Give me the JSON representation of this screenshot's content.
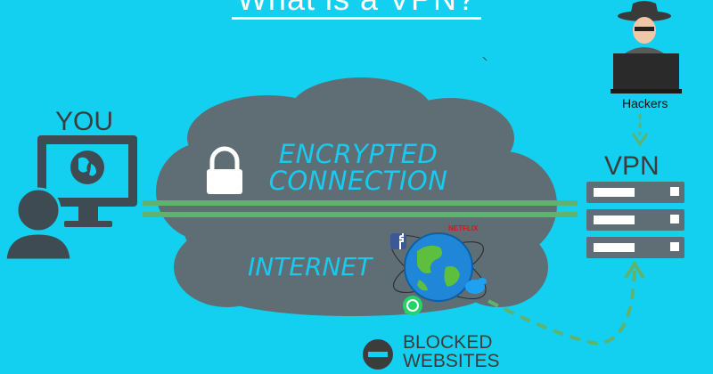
{
  "title": "What is a VPN?",
  "labels": {
    "you": "YOU",
    "vpn": "VPN",
    "hackers": "Hackers",
    "encrypted_line1": "ENCRYPTED",
    "encrypted_line2": "CONNECTION",
    "internet": "INTERNET",
    "blocked_line1": "BLOCKED",
    "blocked_line2": "WEBSITES",
    "netflix": "NETFLIX"
  },
  "icons": [
    "monitor-icon",
    "user-icon",
    "globe-icon",
    "lock-icon",
    "cloud",
    "server-icon",
    "hacker-icon",
    "facebook-icon",
    "twitter-icon",
    "whatsapp-icon",
    "blocked-icon"
  ],
  "colors": {
    "background": "#14d0f0",
    "cloud": "#5f6e75",
    "tunnel": "#5fb36e",
    "text_light": "#19c9ee",
    "icon_dark": "#3f4b52"
  }
}
